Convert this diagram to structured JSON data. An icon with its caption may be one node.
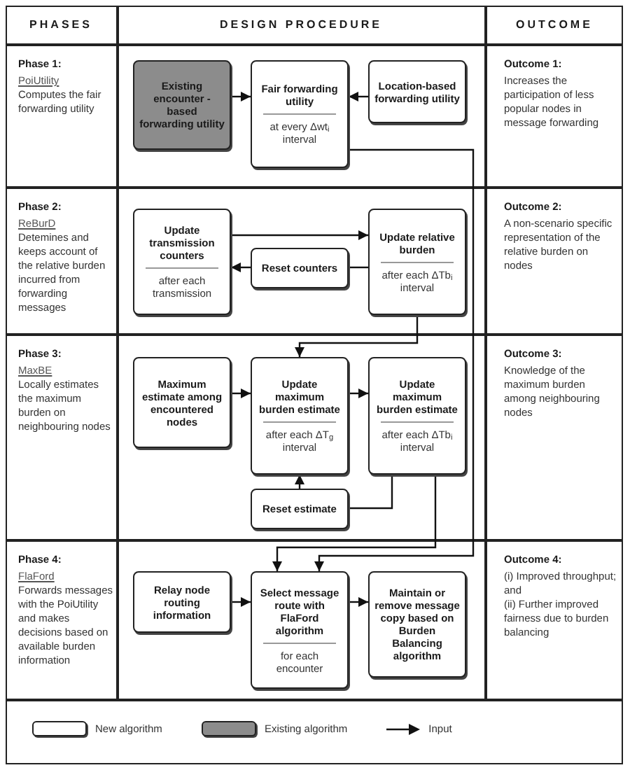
{
  "diagram": {
    "nodes": [
      {
        "text": [
          "Existing encounter -based forwarding utility"
        ]
      },
      {
        "text": [
          "Fair forwarding utility",
          "at every Δwt$_{i}$ interval"
        ]
      },
      {
        "text": [
          "Location-based forwarding utility"
        ]
      },
      {
        "text": [
          "Update transmission counters",
          "after each transmission"
        ]
      },
      {
        "text": [
          "Update relative burden",
          "after each ΔTb$_{i}$ interval"
        ]
      },
      {
        "text": [
          "Reset counters"
        ]
      },
      {
        "text": [
          "Maximum estimate among encountered nodes"
        ]
      },
      {
        "text": [
          "Update maximum burden estimate",
          "after each ΔT$_{g}$ interval"
        ]
      },
      {
        "text": [
          "Update maximum burden estimate",
          "after each ΔTb$_{i}$ interval"
        ]
      },
      {
        "text": [
          "Reset estimate"
        ]
      },
      {
        "text": [
          "Relay node routing information"
        ]
      },
      {
        "text": [
          "Select message route with FlaFord algorithm",
          "for each encounter"
        ]
      },
      {
        "text": [
          "Maintain or remove message copy based on Burden Balancing algorithm"
        ]
      }
    ],
    "edges": [
      {
        "from": 0,
        "to": 1,
        "arrow": "to"
      },
      {
        "from": 2,
        "to": 1,
        "arrow": "to"
      },
      {
        "from": 1,
        "to": 11,
        "arrow": "to"
      },
      {
        "from": 3,
        "to": 4,
        "arrow": "to"
      },
      {
        "from": 4,
        "to": 5,
        "arrow": "none"
      },
      {
        "from": 5,
        "to": 3,
        "arrow": "to"
      },
      {
        "from": 4,
        "to": 7,
        "arrow": "to"
      },
      {
        "from": 6,
        "to": 7,
        "arrow": "to"
      },
      {
        "from": 7,
        "to": 8,
        "arrow": "to"
      },
      {
        "from": 8,
        "to": 9,
        "arrow": "none"
      },
      {
        "from": 9,
        "to": 7,
        "arrow": "to"
      },
      {
        "from": 8,
        "to": 11,
        "arrow": "to"
      },
      {
        "from": 10,
        "to": 11,
        "arrow": "to"
      },
      {
        "from": 11,
        "to": 12,
        "arrow": "to"
      }
    ],
    "labels": [
      "PHASES",
      "DESIGN PROCEDURE",
      "OUTCOME",
      "Phase 1:",
      "PoiUtility",
      "Computes the fair forwarding utility",
      "Outcome 1:",
      "Increases the participation of less popular nodes in message forwarding",
      "Phase 2:",
      "ReBurD",
      "Detemines and keeps account of the relative burden incurred from forwarding messages",
      "Outcome 2:",
      "A non-scenario specific representation of the relative burden on nodes",
      "Phase 3:",
      "MaxBE",
      "Locally estimates the maximum burden on neighbouring nodes",
      "Outcome 3:",
      "Knowledge of the maximum burden among neighbouring nodes",
      "Phase 4:",
      "FlaFord",
      "Forwards messages with the PoiUtility and makes decisions based on available burden information",
      "Outcome 4:",
      "(i) Improved throughput; and",
      "(ii) Further improved fairness due to burden balancing"
    ],
    "legend": [
      {
        "text": "New algorithm",
        "color": "#ffffff"
      },
      {
        "text": "Existing algorithm",
        "color": "#8c8c8c"
      },
      {
        "text": "Input"
      }
    ]
  }
}
